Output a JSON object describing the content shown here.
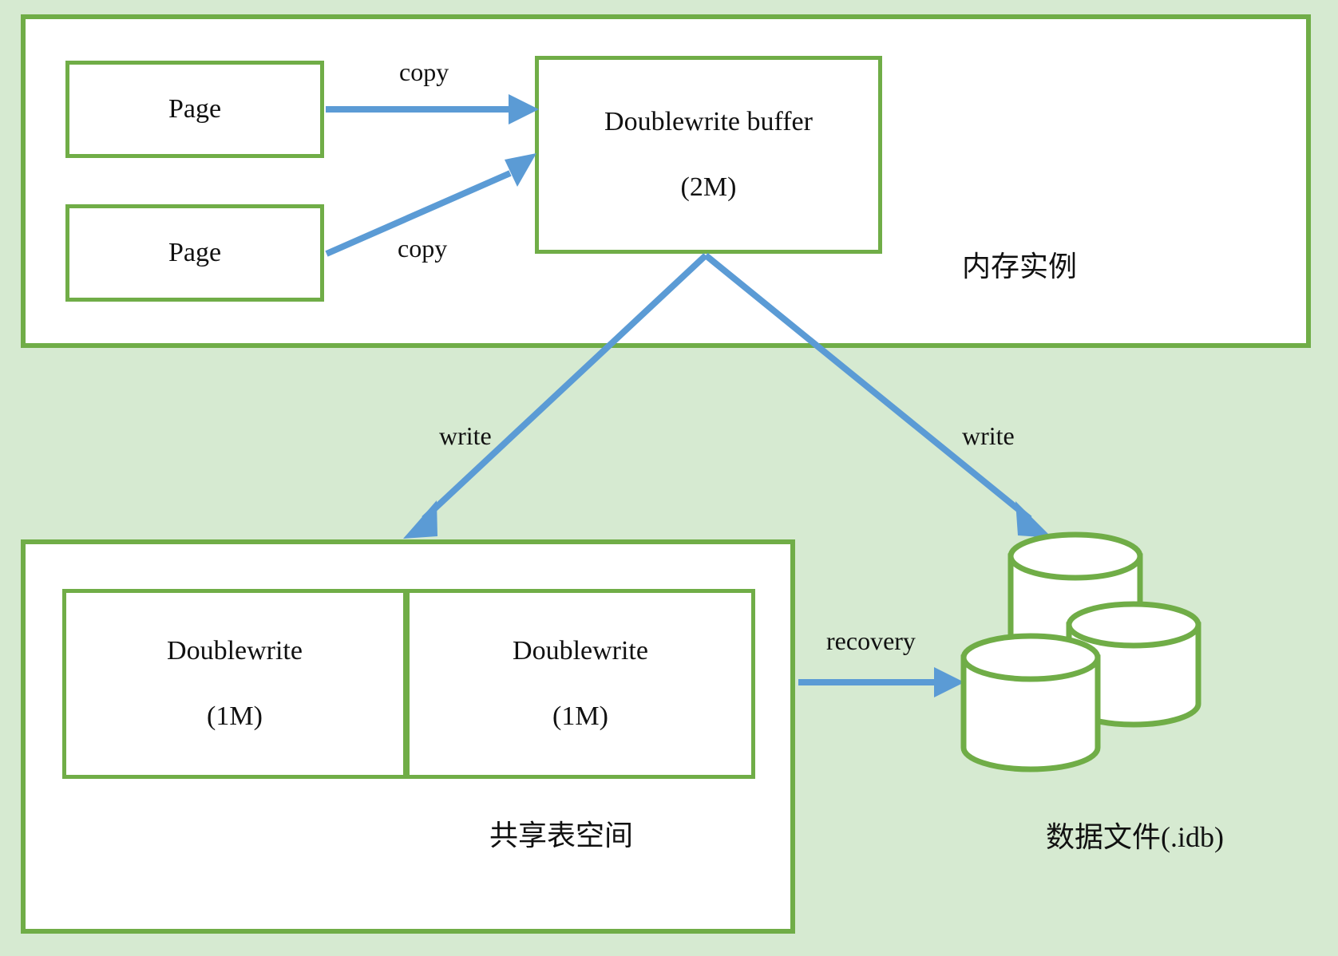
{
  "diagram": {
    "title": "MySQL InnoDB Doublewrite Buffer",
    "colors": {
      "background": "#d6ead1",
      "box_border": "#70ad47",
      "box_fill": "#ffffff",
      "arrow": "#5b9bd5",
      "text": "#111111"
    }
  },
  "memory_region": {
    "label": "内存实例",
    "pages": [
      {
        "label": "Page"
      },
      {
        "label": "Page"
      }
    ],
    "buffer": {
      "label": "Doublewrite buffer",
      "size": "(2M)"
    }
  },
  "tablespace_region": {
    "label": "共享表空间",
    "segments": [
      {
        "label": "Doublewrite",
        "size": "(1M)"
      },
      {
        "label": "Doublewrite",
        "size": "(1M)"
      }
    ]
  },
  "datafile_region": {
    "label": "数据文件(.idb)",
    "cylinders": 3
  },
  "edges": [
    {
      "name": "copy-1",
      "label": "copy",
      "from": "page-1",
      "to": "doublewrite-buffer"
    },
    {
      "name": "copy-2",
      "label": "copy",
      "from": "page-2",
      "to": "doublewrite-buffer"
    },
    {
      "name": "write-left",
      "label": "write",
      "from": "doublewrite-buffer",
      "to": "shared-tablespace"
    },
    {
      "name": "write-right",
      "label": "write",
      "from": "doublewrite-buffer",
      "to": "data-files"
    },
    {
      "name": "recovery",
      "label": "recovery",
      "from": "shared-tablespace",
      "to": "data-files"
    }
  ]
}
